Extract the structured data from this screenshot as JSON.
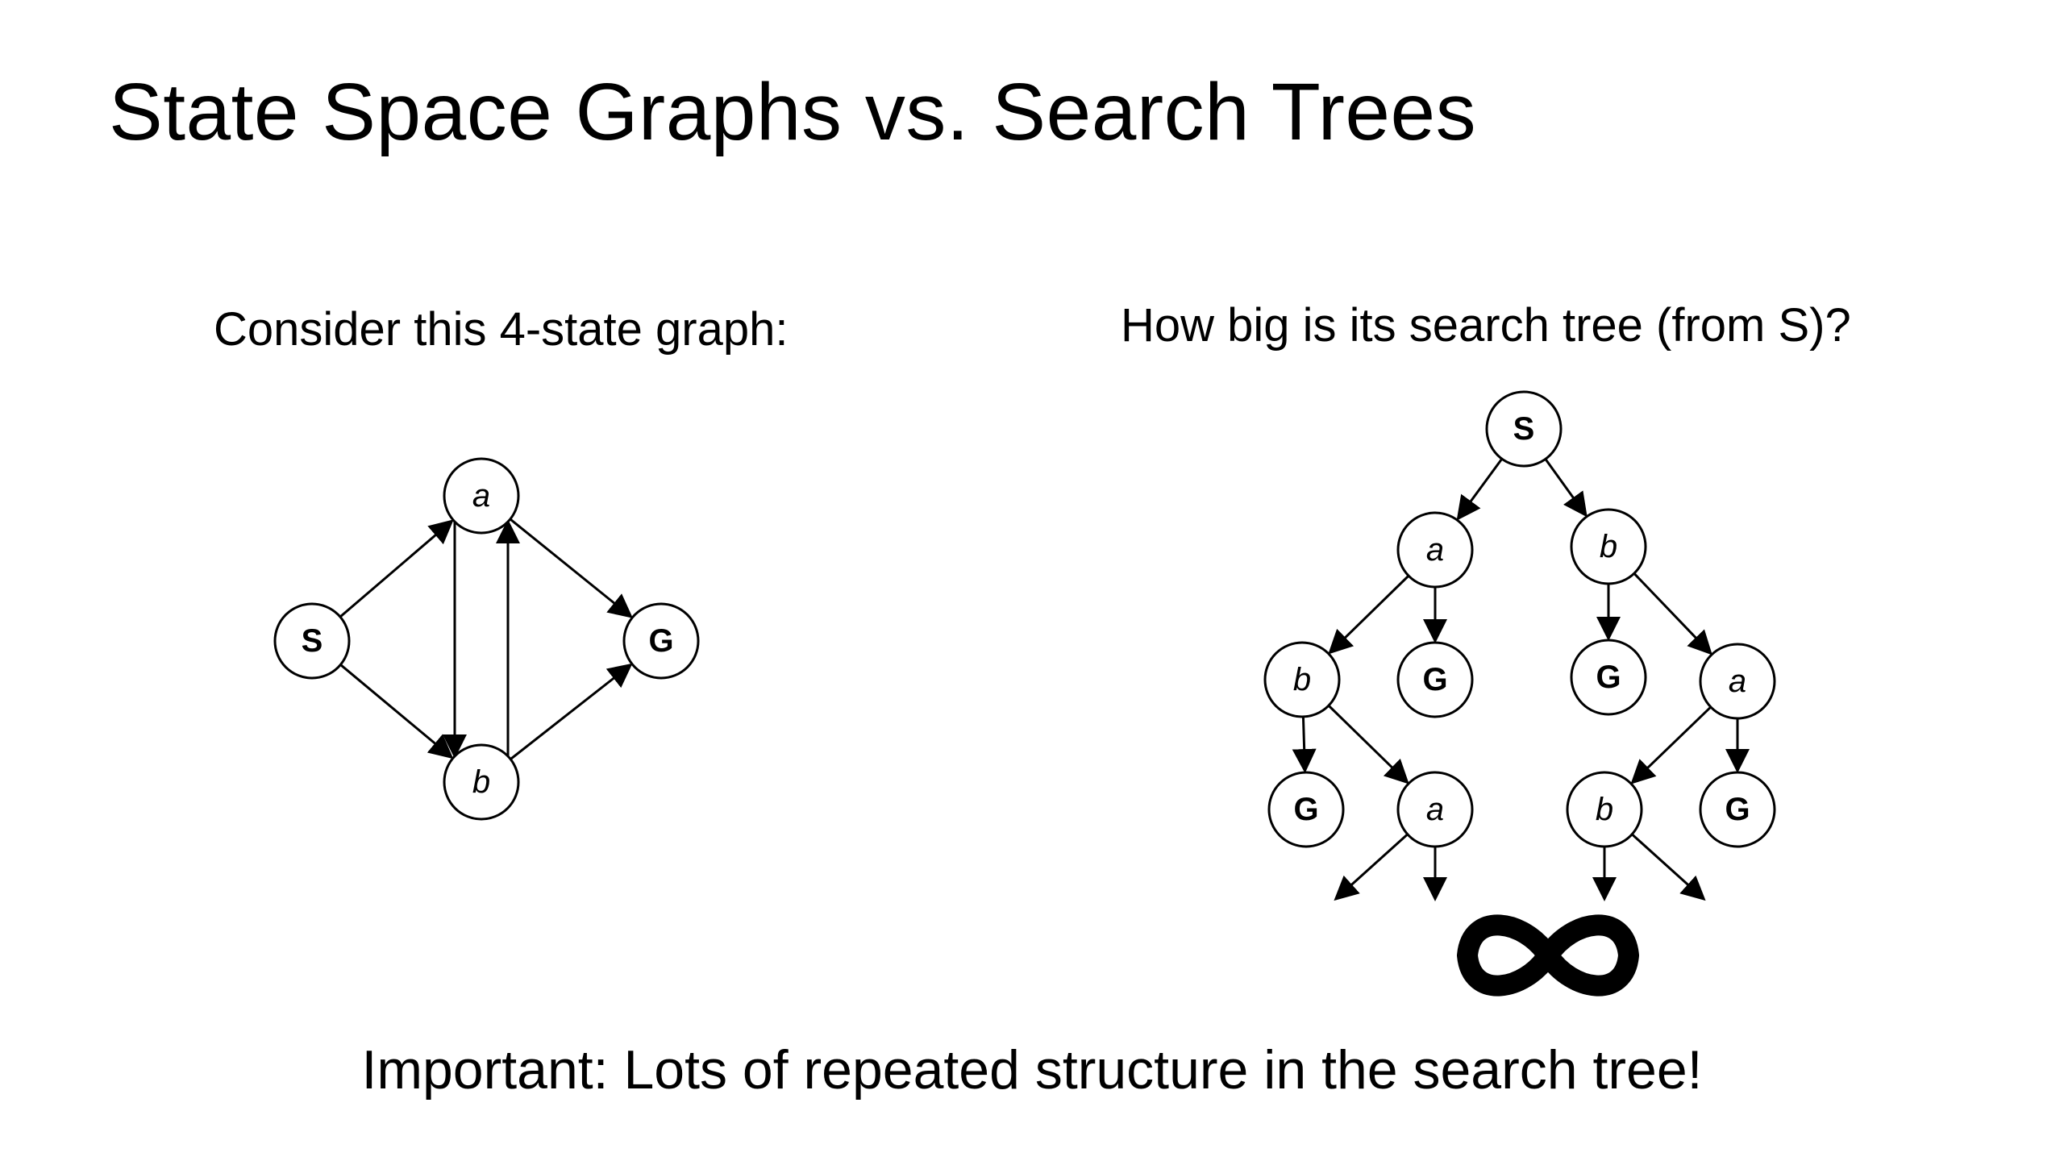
{
  "slide": {
    "title": "State Space Graphs vs. Search Trees",
    "left_caption": "Consider this 4-state graph:",
    "right_caption": "How big is its search tree (from S)?",
    "footer": "Important: Lots of repeated structure in the search tree!"
  },
  "graph": {
    "nodes": [
      {
        "id": "S",
        "label": "S",
        "style": "bold"
      },
      {
        "id": "a",
        "label": "a",
        "style": "italic"
      },
      {
        "id": "b",
        "label": "b",
        "style": "italic"
      },
      {
        "id": "G",
        "label": "G",
        "style": "bold"
      }
    ],
    "edges": [
      {
        "from": "S",
        "to": "a"
      },
      {
        "from": "S",
        "to": "b"
      },
      {
        "from": "a",
        "to": "b"
      },
      {
        "from": "b",
        "to": "a"
      },
      {
        "from": "a",
        "to": "G"
      },
      {
        "from": "b",
        "to": "G"
      }
    ]
  },
  "tree": {
    "nodes": [
      {
        "id": "t_S",
        "label": "S",
        "style": "bold"
      },
      {
        "id": "t_a1",
        "label": "a",
        "style": "italic"
      },
      {
        "id": "t_b1",
        "label": "b",
        "style": "italic"
      },
      {
        "id": "t_b2",
        "label": "b",
        "style": "italic"
      },
      {
        "id": "t_G1",
        "label": "G",
        "style": "bold"
      },
      {
        "id": "t_G2",
        "label": "G",
        "style": "bold"
      },
      {
        "id": "t_a2",
        "label": "a",
        "style": "italic"
      },
      {
        "id": "t_G3",
        "label": "G",
        "style": "bold"
      },
      {
        "id": "t_a3",
        "label": "a",
        "style": "italic"
      },
      {
        "id": "t_b3",
        "label": "b",
        "style": "italic"
      },
      {
        "id": "t_G4",
        "label": "G",
        "style": "bold"
      }
    ],
    "edges": [
      {
        "from": "t_S",
        "to": "t_a1"
      },
      {
        "from": "t_S",
        "to": "t_b1"
      },
      {
        "from": "t_a1",
        "to": "t_b2"
      },
      {
        "from": "t_a1",
        "to": "t_G1"
      },
      {
        "from": "t_b1",
        "to": "t_G2"
      },
      {
        "from": "t_b1",
        "to": "t_a2"
      },
      {
        "from": "t_b2",
        "to": "t_G3"
      },
      {
        "from": "t_b2",
        "to": "t_a3"
      },
      {
        "from": "t_a2",
        "to": "t_b3"
      },
      {
        "from": "t_a2",
        "to": "t_G4"
      }
    ],
    "continues_from": [
      "t_a3",
      "t_b3"
    ],
    "infinity_symbol": "∞"
  }
}
